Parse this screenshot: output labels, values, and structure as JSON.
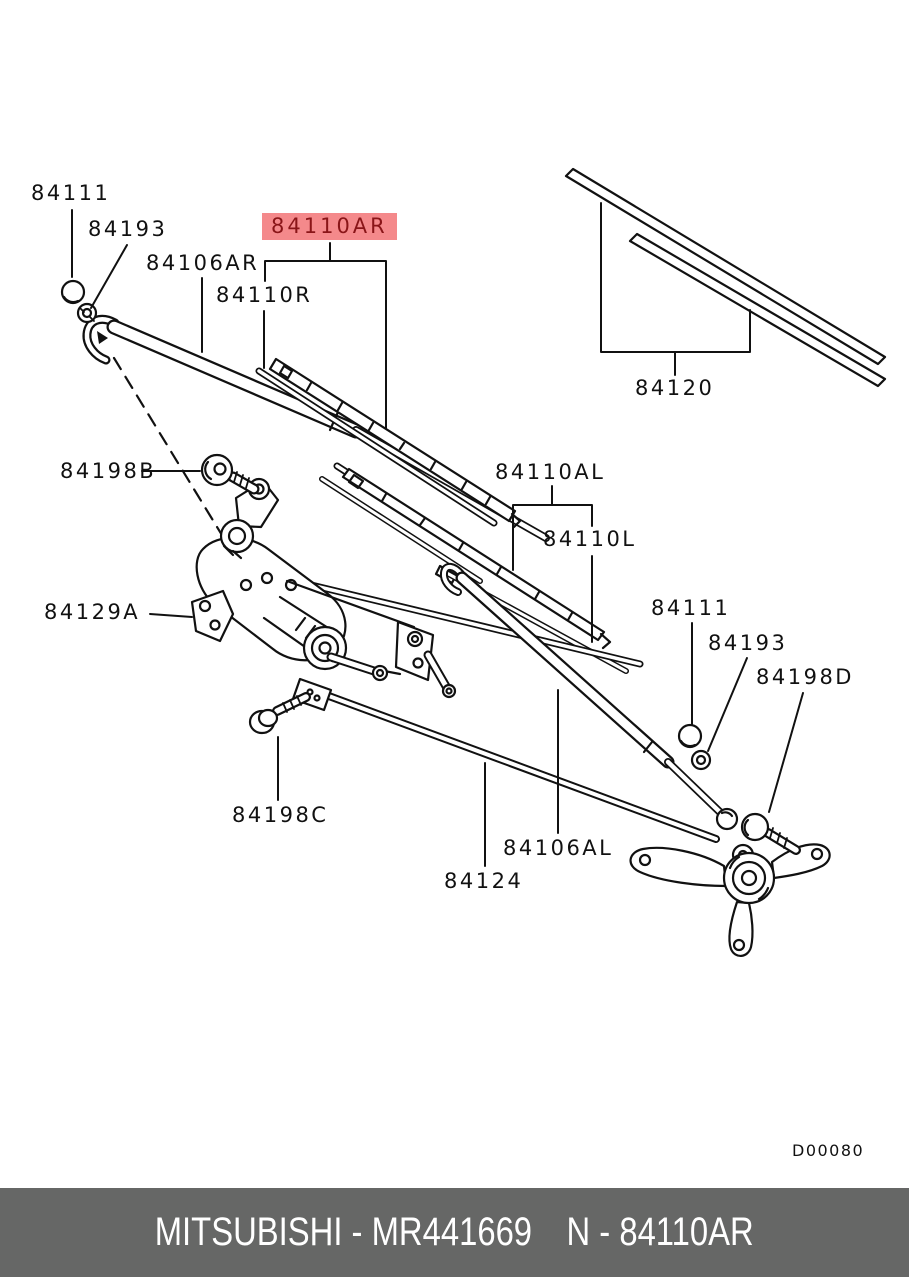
{
  "diagram": {
    "code": "D00080",
    "highlight": {
      "part": "84110AR",
      "bg": "#f4898b",
      "fg": "#8a1518"
    },
    "parts": {
      "cap_top_left": "84111",
      "nut_top_left": "84193",
      "arm_right": "84106AR",
      "blade_right": "84110AR",
      "rail_right": "84110R",
      "blade_refills": "84120",
      "bolt_b": "84198B",
      "blade_left": "84110AL",
      "rail_left": "84110L",
      "motor": "84129A",
      "cap_right": "84111",
      "nut_right": "84193",
      "bolt_d": "84198D",
      "bolt_c": "84198C",
      "arm_left": "84106AL",
      "link_rod": "84124"
    }
  },
  "footer": {
    "left_text": "MITSUBISHI - MR441669",
    "right_text": "N - 84110AR",
    "bg": "#666766",
    "fg": "#ffffff"
  },
  "colors": {
    "line": "#111111",
    "paper": "#ffffff"
  }
}
